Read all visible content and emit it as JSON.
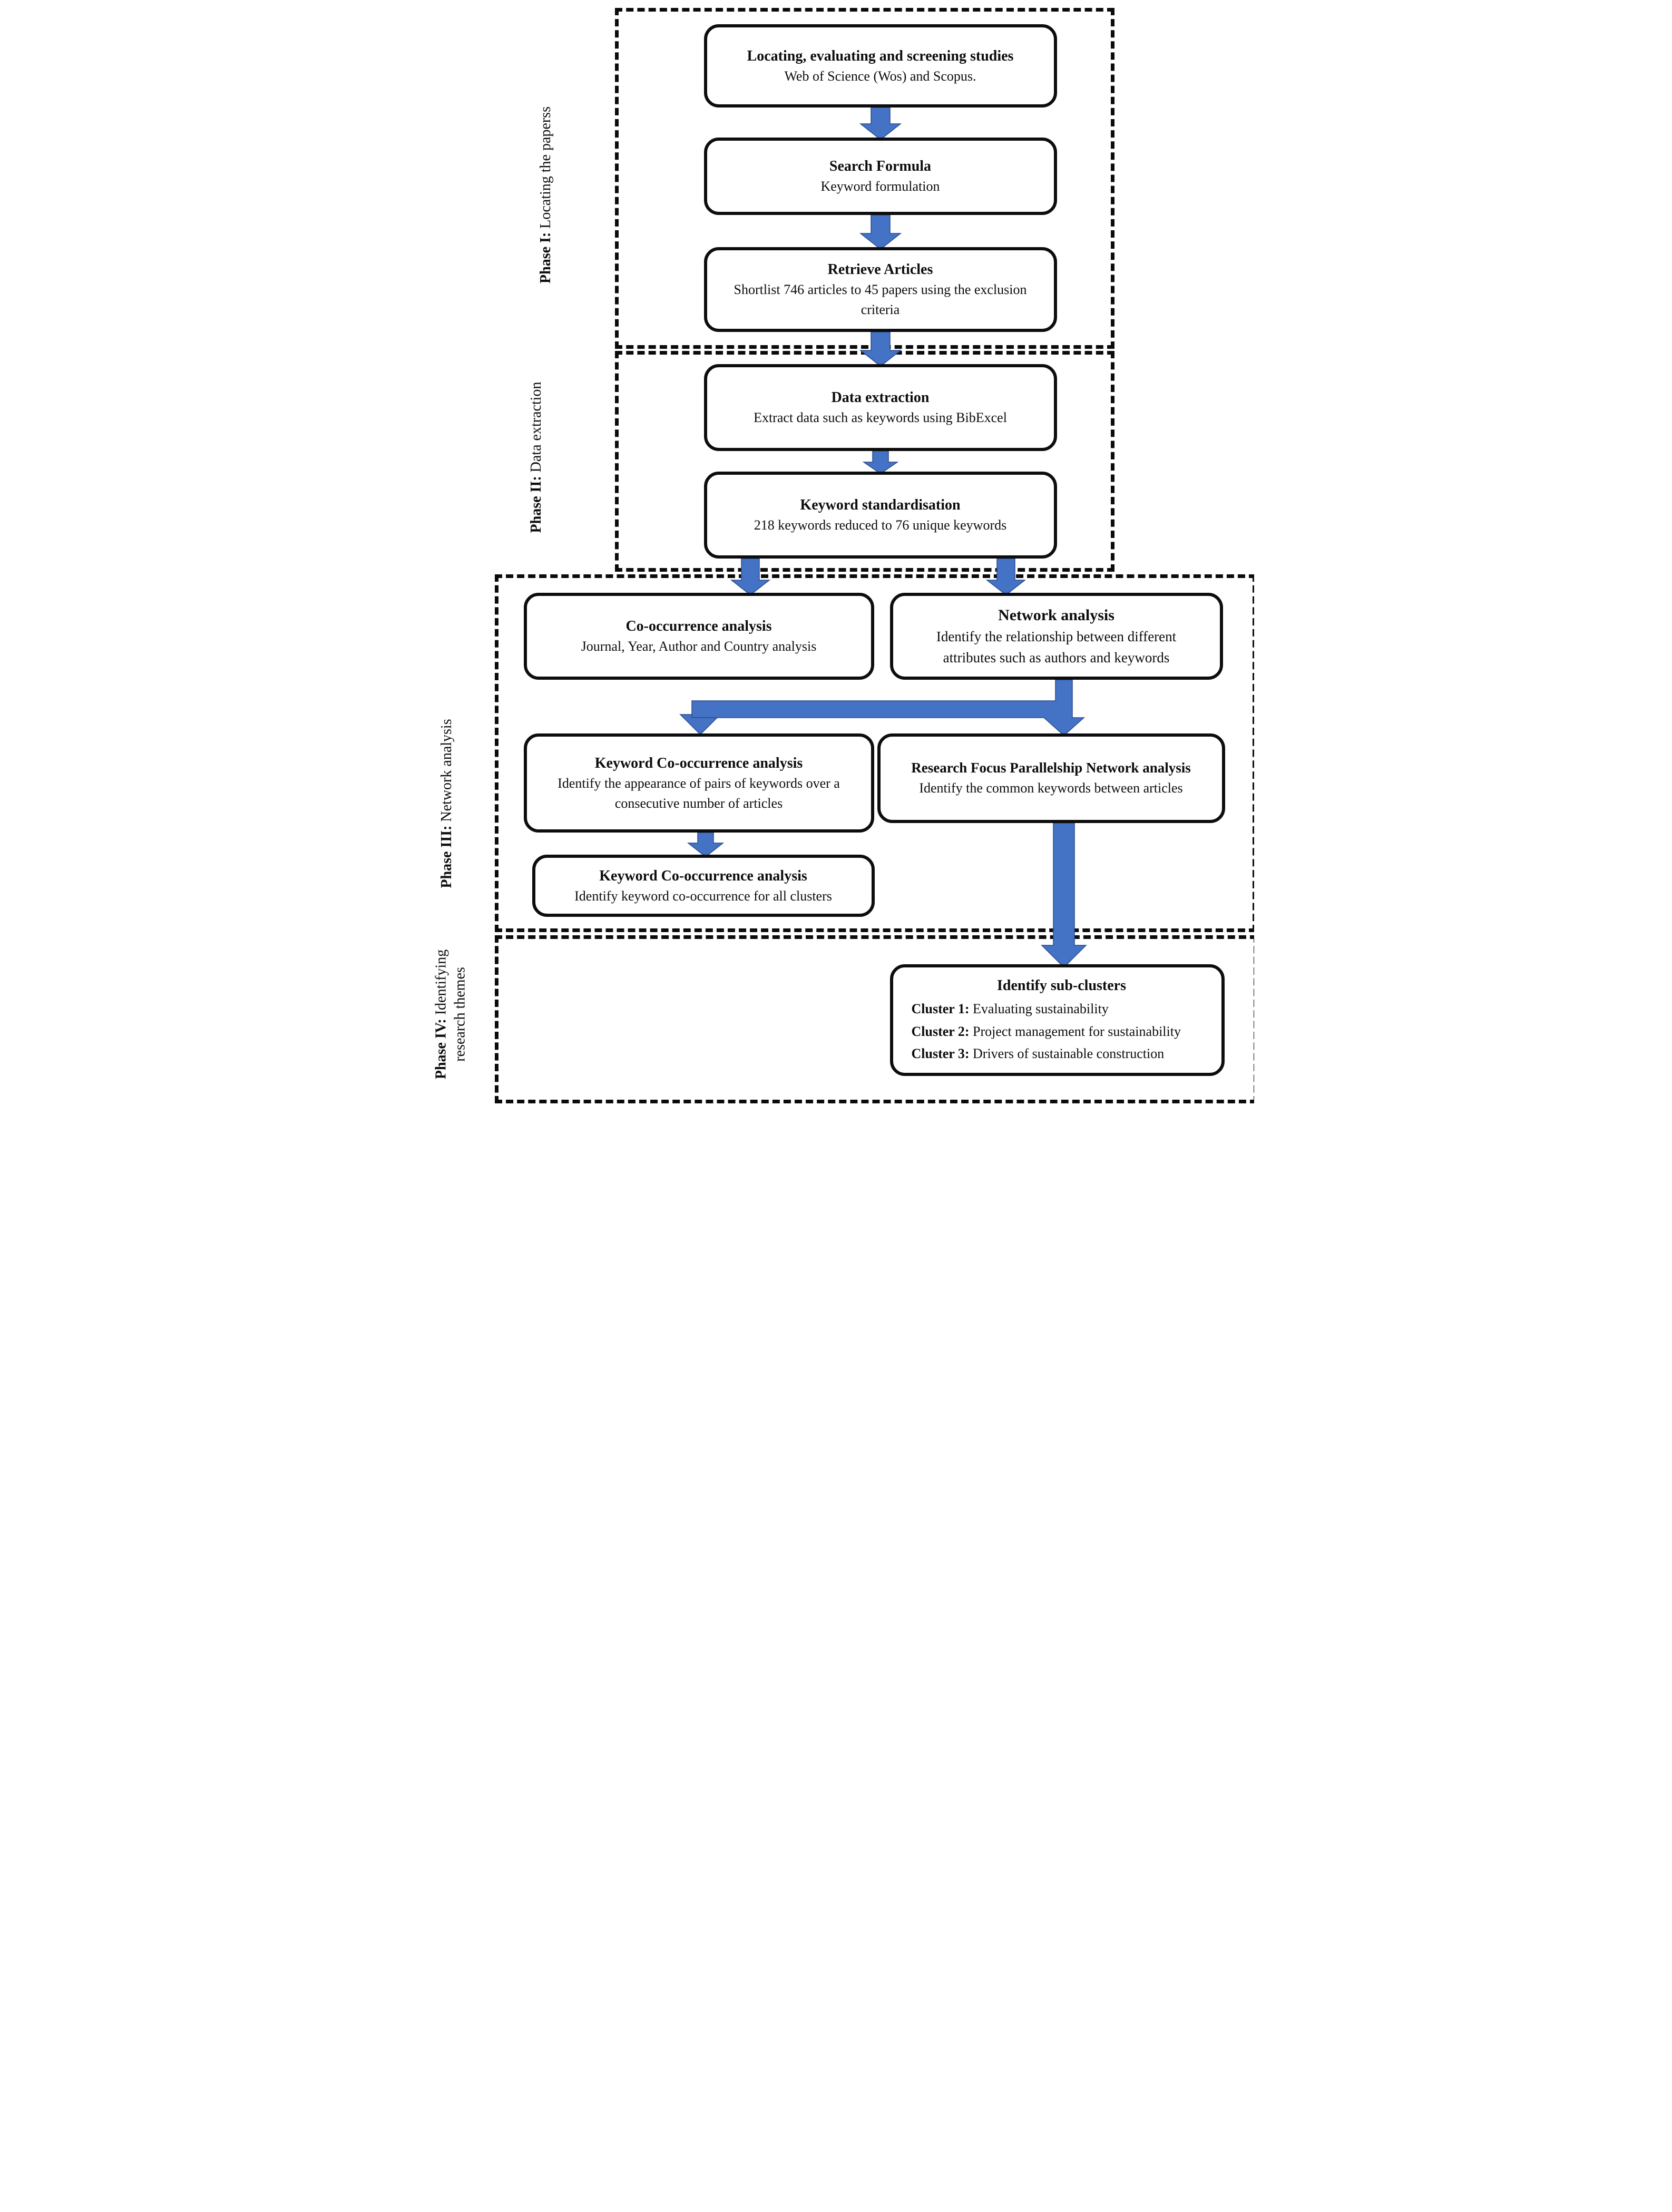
{
  "phases": {
    "p1": {
      "label_bold": "Phase I:",
      "label_rest": " Locating the paperss"
    },
    "p2": {
      "label_bold": "Phase II:",
      "label_rest": " Data extraction"
    },
    "p3": {
      "label_bold": "Phase III:",
      "label_rest": " Network analysis"
    },
    "p4": {
      "label_bold": "Phase IV:",
      "label_rest": " Identifying",
      "label_line2": "research themes"
    }
  },
  "boxes": {
    "locating": {
      "title": "Locating, evaluating and screening studies",
      "subtitle": "Web of Science (Wos) and Scopus."
    },
    "search_formula": {
      "title": "Search Formula",
      "subtitle": "Keyword formulation"
    },
    "retrieve": {
      "title": "Retrieve Articles",
      "subtitle": "Shortlist 746 articles to 45 papers using the exclusion criteria"
    },
    "data_extraction": {
      "title": "Data extraction",
      "subtitle": "Extract data such as keywords using BibExcel"
    },
    "keyword_standardisation": {
      "title": "Keyword standardisation",
      "subtitle": "218 keywords reduced to 76 unique keywords"
    },
    "cooccurrence": {
      "title": "Co-occurrence analysis",
      "subtitle": "Journal, Year, Author and Country analysis"
    },
    "network": {
      "title": "Network analysis",
      "subtitle": "Identify the relationship between different attributes such as authors and keywords"
    },
    "keyword_cooccurrence": {
      "title": "Keyword Co-occurrence analysis",
      "subtitle": "Identify the appearance of pairs of keywords over a consecutive number of articles"
    },
    "research_focus": {
      "title": "Research Focus Parallelship Network analysis",
      "subtitle": "Identify the common keywords between articles"
    },
    "keyword_cooccurrence_clusters": {
      "title": "Keyword Co-occurrence analysis",
      "subtitle": "Identify keyword co-occurrence for all clusters"
    },
    "subclusters": {
      "title": "Identify sub-clusters",
      "clusters": [
        {
          "label": "Cluster 1:",
          "text": " Evaluating sustainability"
        },
        {
          "label": "Cluster 2:",
          "text": " Project management for sustainability"
        },
        {
          "label": "Cluster 3:",
          "text": " Drivers of sustainable construction"
        }
      ]
    }
  },
  "colors": {
    "arrow_fill": "#4472C4",
    "arrow_stroke": "#2A4D8F",
    "border_black": "#0D0D0D"
  }
}
